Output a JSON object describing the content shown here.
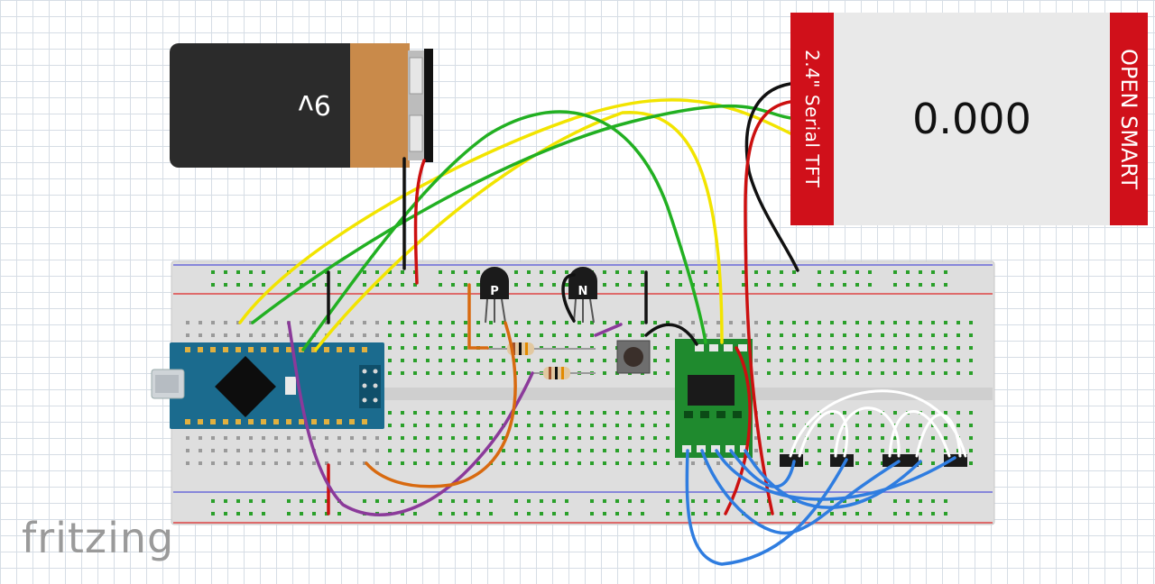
{
  "logo": {
    "text": "fritzing"
  },
  "battery": {
    "label": "9v"
  },
  "tft": {
    "title": "2.4\" Serial TFT",
    "brand": "OPEN SMART",
    "reading": "0.000"
  },
  "transistors": {
    "pnp": "P",
    "npn": "N"
  },
  "colors": {
    "breadboard": "#dcdcdc",
    "rail_red": "#d33",
    "rail_blue": "#55c",
    "hole_green": "#2aa02a",
    "arduino": "#1b6b8e",
    "hx711": "#1f8a2e",
    "tft_red": "#d0101a",
    "wire_yellow": "#f2e400",
    "wire_green": "#22b022",
    "wire_red": "#cc1010",
    "wire_black": "#111111",
    "wire_blue": "#2f7de0",
    "wire_purple": "#8b3a9a",
    "wire_orange": "#d86a10",
    "wire_white": "#ffffff"
  },
  "components": [
    "9v-battery",
    "breadboard",
    "arduino-nano",
    "pnp-transistor",
    "npn-transistor",
    "resistor-1",
    "resistor-2",
    "push-button",
    "hx711-module",
    "load-cell-connectors",
    "tft-display"
  ]
}
